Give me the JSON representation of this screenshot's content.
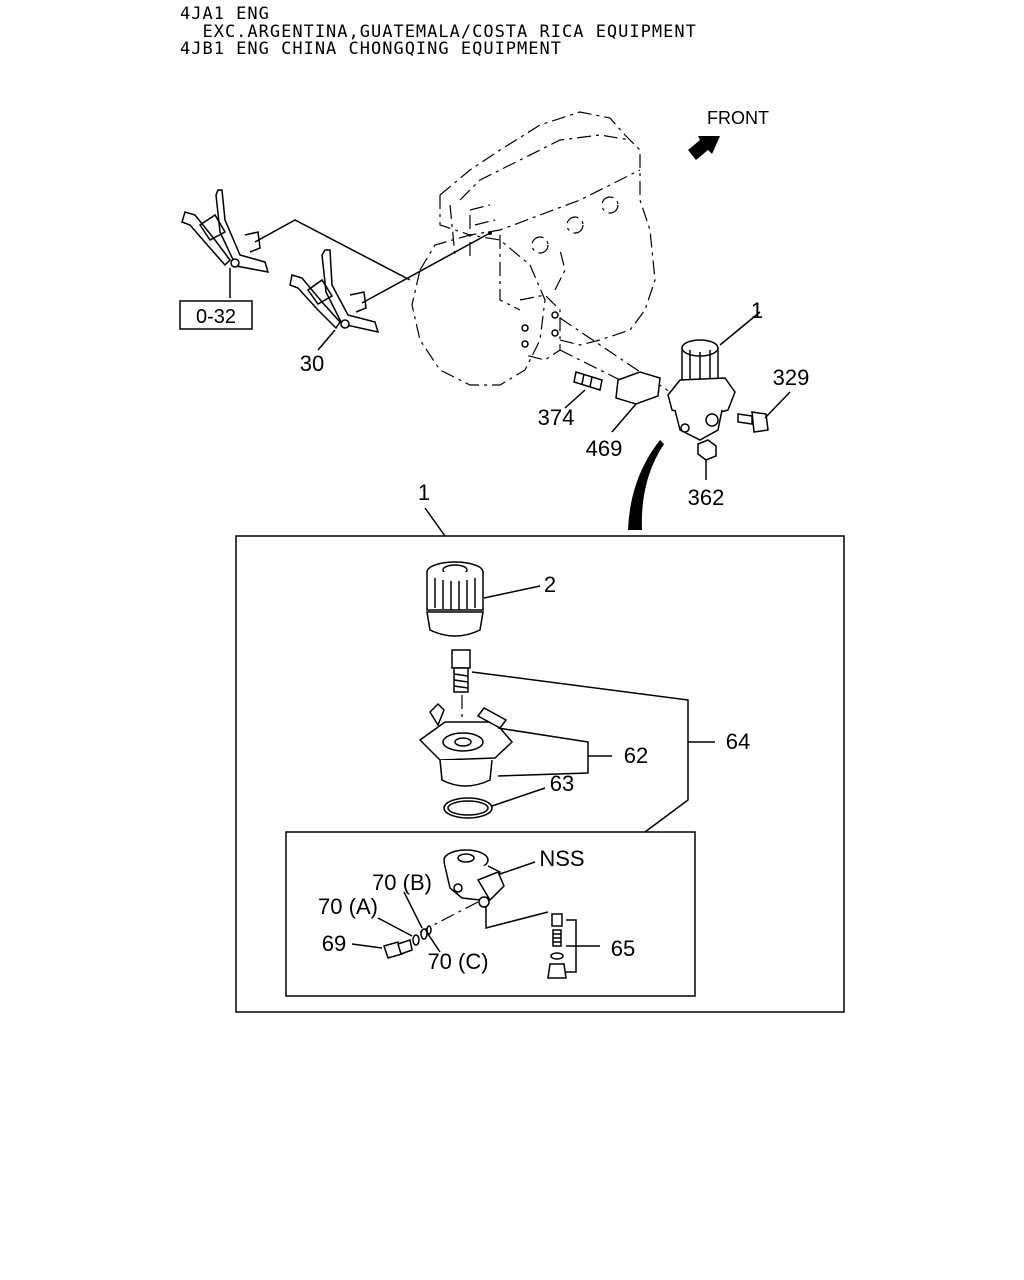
{
  "header": {
    "line1": "4JA1 ENG",
    "line2": "  EXC.ARGENTINA,GUATEMALA/COSTA RICA EQUIPMENT",
    "line3": "4JB1 ENG CHINA CHONGQING EQUIPMENT"
  },
  "direction": {
    "label": "FRONT"
  },
  "reference_box": {
    "label": "0-32"
  },
  "callouts": {
    "c30": "30",
    "c1_top": "1",
    "c329": "329",
    "c374": "374",
    "c469": "469",
    "c362": "362",
    "c1_detail": "1",
    "c2": "2",
    "c62": "62",
    "c63": "63",
    "c64": "64",
    "nss": "NSS",
    "c70b": "70 (B)",
    "c70a": "70 (A)",
    "c69": "69",
    "c70c": "70 (C)",
    "c65": "65"
  }
}
